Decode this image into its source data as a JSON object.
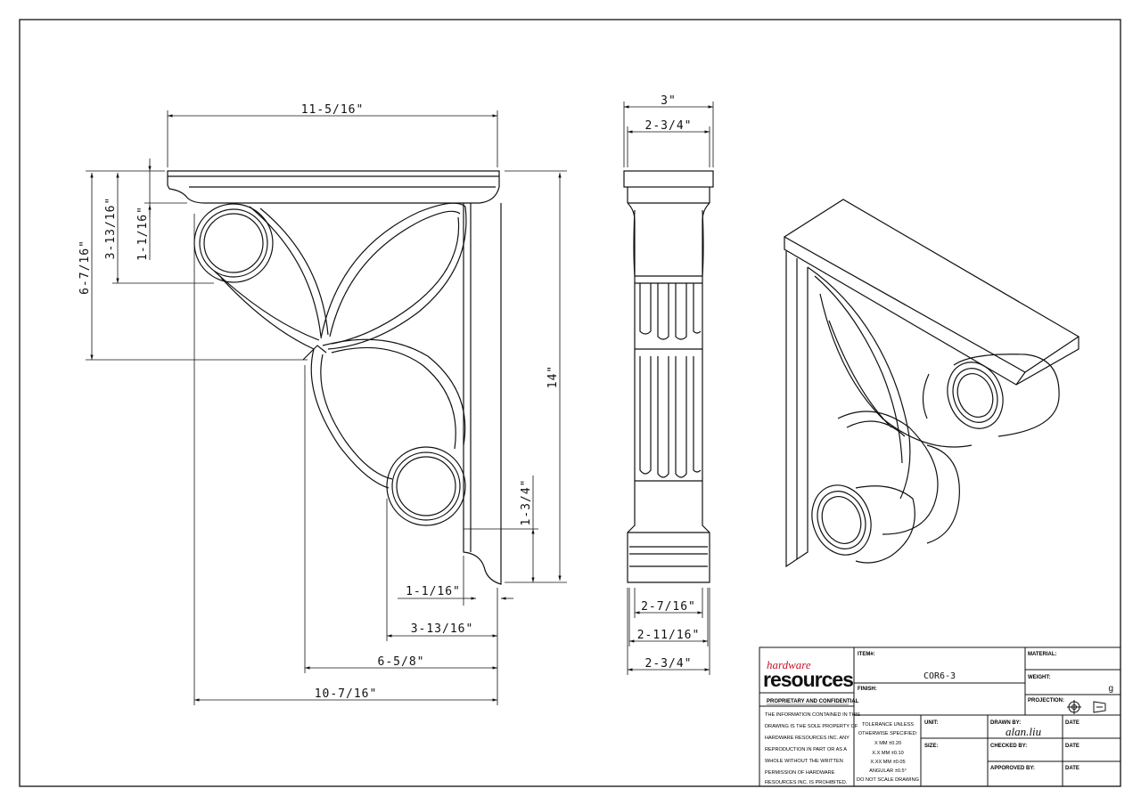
{
  "dimensions": {
    "front": {
      "top_width": "11-5/16\"",
      "height_total": "14\"",
      "height_left": "6-7/16\"",
      "height_mid": "3-13/16\"",
      "height_top": "1-1/16\"",
      "bottom_width": "10-7/16\"",
      "bottom_mid": "6-5/8\"",
      "bottom_short": "3-13/16\"",
      "bottom_foot": "1-1/16\"",
      "foot_height": "1-3/4\""
    },
    "side": {
      "top_width": "3\"",
      "inner_width": "2-3/4\"",
      "lower_1": "2-7/16\"",
      "lower_2": "2-11/16\"",
      "lower_3": "2-3/4\""
    }
  },
  "title_block": {
    "brand_script": "hardware",
    "brand_main": "resources",
    "brand_color": "#c8102e",
    "proprietary_heading": "PROPRIETARY AND CONFIDENTIAL",
    "proprietary_text": [
      "THE INFORMATION CONTAINED IN THIS",
      "DRAWING IS THE SOLE PROPERTY OF",
      "HARDWARE RESOURCES INC. ANY",
      "REPRODUCTION IN PART OR AS A",
      "WHOLE WITHOUT THE WRITTEN",
      "PERMISSION OF HARDWARE",
      "RESOURCES INC. IS PROHIBITED."
    ],
    "item_label": "ITEM#:",
    "item_value": "COR6-3",
    "material_label": "MATERIAL:",
    "weight_label": "WEIGHT:",
    "weight_value": "g",
    "finish_label": "FINISH:",
    "projection_label": "PROJECTION:",
    "tolerance_lines": [
      "TOLERANCE UNLESS",
      "OTHERWISE SPECIFIED:",
      "X   MM   ±0.20",
      "X.X  MM   ±0.10",
      "X.XX  MM  ±0.05",
      "ANGULAR    ±0.5°",
      "DO NOT SCALE DRAWING"
    ],
    "unit_label": "UNIT:",
    "size_label": "SIZE:",
    "drawn_by_label": "DRAWN BY:",
    "drawn_by_value": "alan.liu",
    "checked_by_label": "CHECKED BY:",
    "approved_by_label": "APPOROVED BY:",
    "date_label": "DATE"
  }
}
